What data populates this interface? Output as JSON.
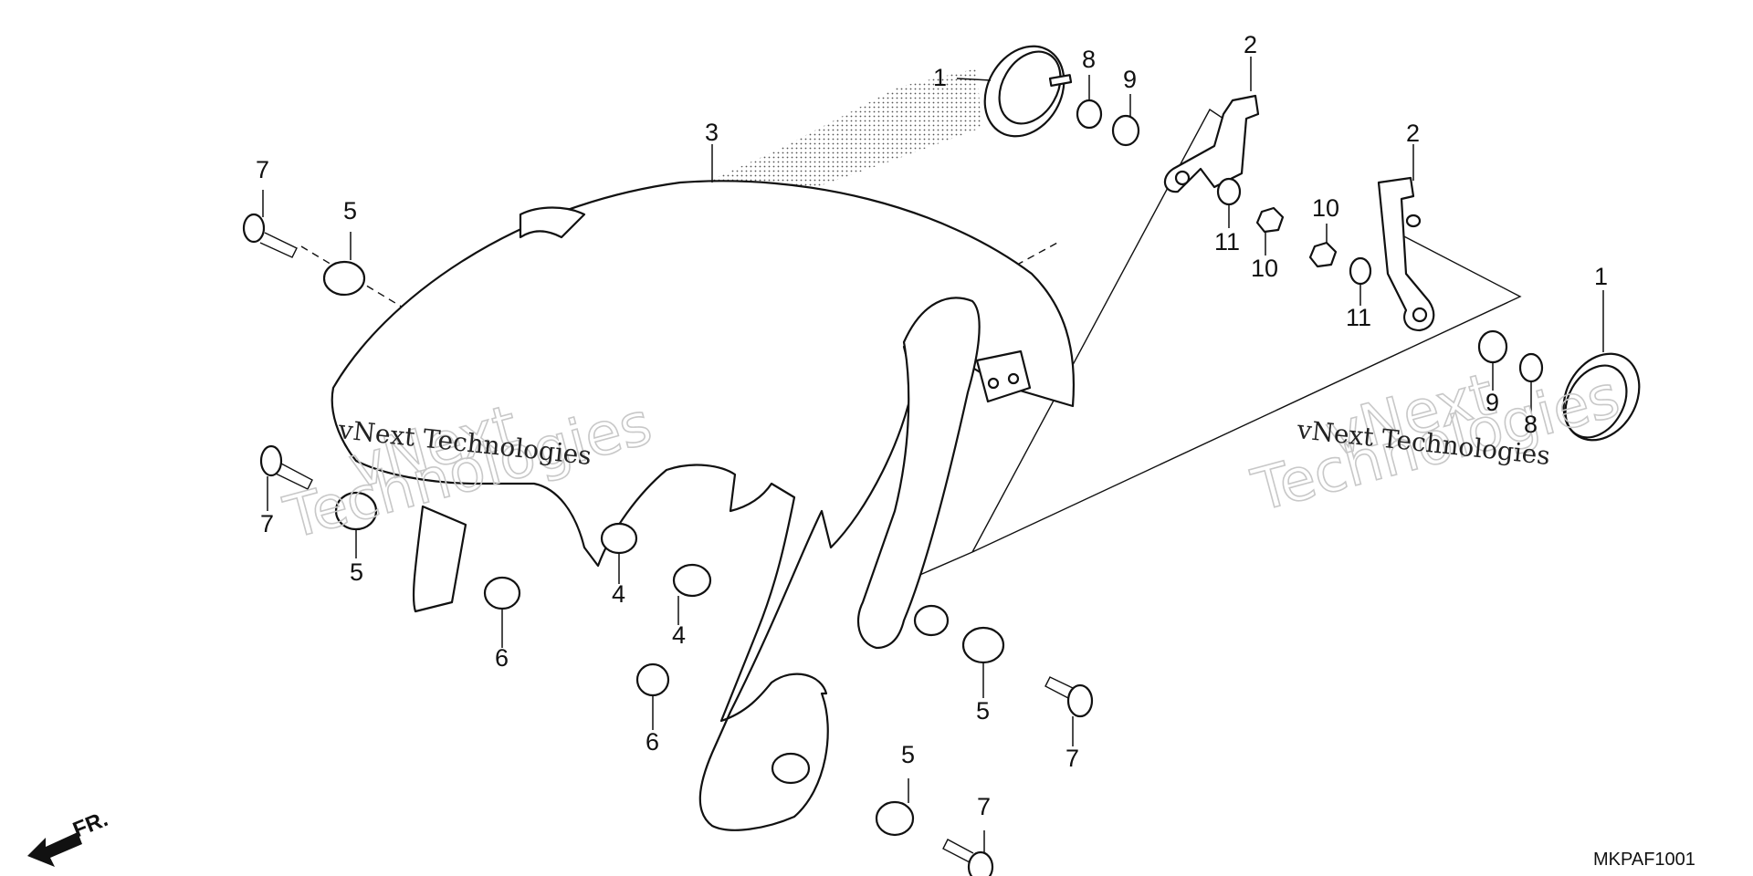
{
  "diagram": {
    "part_code": "MKPAF1001",
    "direction_label": "FR.",
    "watermark": {
      "small_text": "vNext Technologies",
      "big_line1": "vNext",
      "big_line2": "Technologies"
    },
    "callouts": {
      "c1a": "1",
      "c1b": "1",
      "c2a": "2",
      "c2b": "2",
      "c3": "3",
      "c4a": "4",
      "c4b": "4",
      "c5a": "5",
      "c5b": "5",
      "c5c": "5",
      "c5d": "5",
      "c6a": "6",
      "c6b": "6",
      "c7a": "7",
      "c7b": "7",
      "c7c": "7",
      "c7d": "7",
      "c8a": "8",
      "c8b": "8",
      "c9a": "9",
      "c9b": "9",
      "c10a": "10",
      "c10b": "10",
      "c11a": "11",
      "c11b": "11"
    }
  }
}
